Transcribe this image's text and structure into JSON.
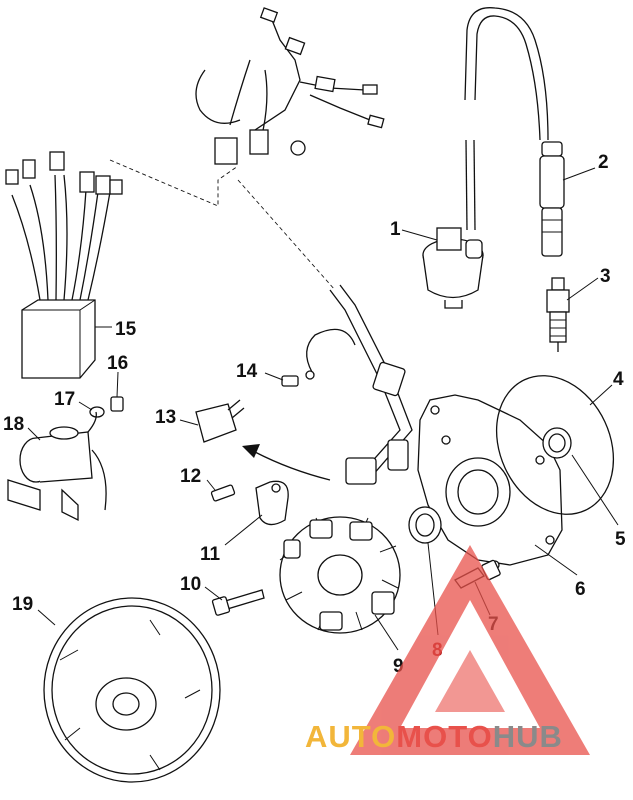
{
  "diagram": {
    "callouts": [
      {
        "id": "1",
        "label": "1"
      },
      {
        "id": "2",
        "label": "2"
      },
      {
        "id": "3",
        "label": "3"
      },
      {
        "id": "4",
        "label": "4"
      },
      {
        "id": "5",
        "label": "5"
      },
      {
        "id": "6",
        "label": "6"
      },
      {
        "id": "7",
        "label": "7"
      },
      {
        "id": "8",
        "label": "8"
      },
      {
        "id": "9",
        "label": "9"
      },
      {
        "id": "10",
        "label": "10"
      },
      {
        "id": "11",
        "label": "11"
      },
      {
        "id": "12",
        "label": "12"
      },
      {
        "id": "13",
        "label": "13"
      },
      {
        "id": "14",
        "label": "14"
      },
      {
        "id": "15",
        "label": "15"
      },
      {
        "id": "16",
        "label": "16"
      },
      {
        "id": "17",
        "label": "17"
      },
      {
        "id": "18",
        "label": "18"
      },
      {
        "id": "19",
        "label": "19"
      }
    ]
  },
  "watermark": {
    "part1": "AUTO",
    "part2": "MOTO",
    "part3": "HUB",
    "colors": {
      "auto": "#f2b63a",
      "moto": "#e8514b",
      "hub": "#8a8a8a",
      "triangle": "#e8514b"
    }
  }
}
